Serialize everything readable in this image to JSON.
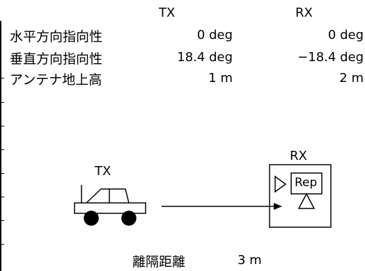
{
  "table": {
    "col_tx": "TX",
    "col_rx": "RX",
    "rows": [
      {
        "label": "水平方向指向性",
        "tx": "0 deg",
        "rx": "0 deg"
      },
      {
        "label": "垂直方向指向性",
        "tx": "18.4 deg",
        "rx": "−18.4 deg"
      },
      {
        "label": "アンテナ地上高",
        "tx": "1 m",
        "rx": "2 m"
      }
    ]
  },
  "diagram": {
    "tx_label": "TX",
    "rx_label": "RX",
    "rep_label": "Rep",
    "distance_label": "離隔距離",
    "distance_value": "3 m"
  }
}
